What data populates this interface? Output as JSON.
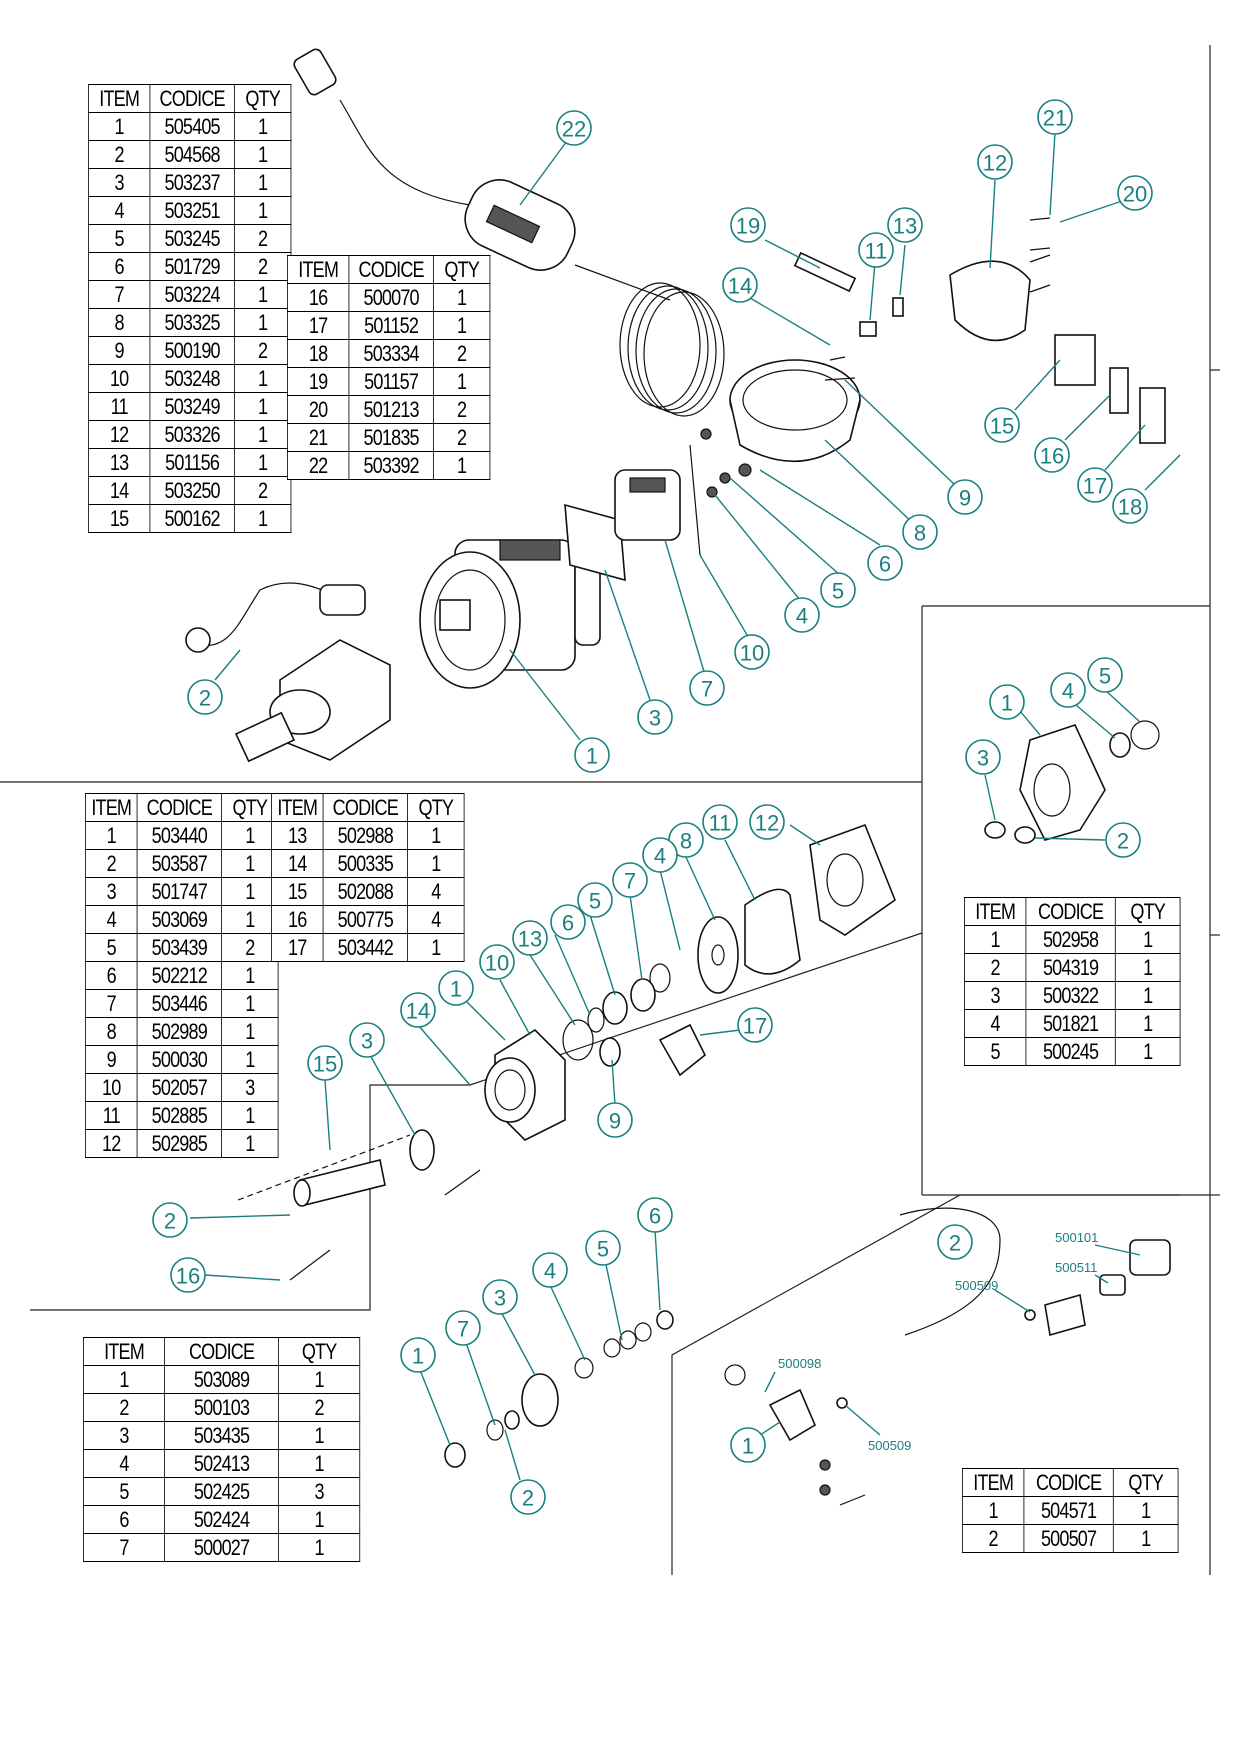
{
  "tables": {
    "t1": {
      "headers": [
        "ITEM",
        "CODICE",
        "QTY"
      ],
      "rows": [
        [
          "1",
          "505405",
          "1"
        ],
        [
          "2",
          "504568",
          "1"
        ],
        [
          "3",
          "503237",
          "1"
        ],
        [
          "4",
          "503251",
          "1"
        ],
        [
          "5",
          "503245",
          "2"
        ],
        [
          "6",
          "501729",
          "2"
        ],
        [
          "7",
          "503224",
          "1"
        ],
        [
          "8",
          "503325",
          "1"
        ],
        [
          "9",
          "500190",
          "2"
        ],
        [
          "10",
          "503248",
          "1"
        ],
        [
          "11",
          "503249",
          "1"
        ],
        [
          "12",
          "503326",
          "1"
        ],
        [
          "13",
          "501156",
          "1"
        ],
        [
          "14",
          "503250",
          "2"
        ],
        [
          "15",
          "500162",
          "1"
        ]
      ]
    },
    "t2": {
      "headers": [
        "ITEM",
        "CODICE",
        "QTY"
      ],
      "rows": [
        [
          "16",
          "500070",
          "1"
        ],
        [
          "17",
          "501152",
          "1"
        ],
        [
          "18",
          "503334",
          "2"
        ],
        [
          "19",
          "501157",
          "1"
        ],
        [
          "20",
          "501213",
          "2"
        ],
        [
          "21",
          "501835",
          "2"
        ],
        [
          "22",
          "503392",
          "1"
        ]
      ]
    },
    "t3": {
      "headers": [
        "ITEM",
        "CODICE",
        "QTY"
      ],
      "rows": [
        [
          "1",
          "503440",
          "1"
        ],
        [
          "2",
          "503587",
          "1"
        ],
        [
          "3",
          "501747",
          "1"
        ],
        [
          "4",
          "503069",
          "1"
        ],
        [
          "5",
          "503439",
          "2"
        ],
        [
          "6",
          "502212",
          "1"
        ],
        [
          "7",
          "503446",
          "1"
        ],
        [
          "8",
          "502989",
          "1"
        ],
        [
          "9",
          "500030",
          "1"
        ],
        [
          "10",
          "502057",
          "3"
        ],
        [
          "11",
          "502885",
          "1"
        ],
        [
          "12",
          "502985",
          "1"
        ]
      ]
    },
    "t4": {
      "headers": [
        "ITEM",
        "CODICE",
        "QTY"
      ],
      "rows": [
        [
          "13",
          "502988",
          "1"
        ],
        [
          "14",
          "500335",
          "1"
        ],
        [
          "15",
          "502088",
          "4"
        ],
        [
          "16",
          "500775",
          "4"
        ],
        [
          "17",
          "503442",
          "1"
        ]
      ]
    },
    "t5": {
      "headers": [
        "ITEM",
        "CODICE",
        "QTY"
      ],
      "rows": [
        [
          "1",
          "502958",
          "1"
        ],
        [
          "2",
          "504319",
          "1"
        ],
        [
          "3",
          "500322",
          "1"
        ],
        [
          "4",
          "501821",
          "1"
        ],
        [
          "5",
          "500245",
          "1"
        ]
      ]
    },
    "t6": {
      "headers": [
        "ITEM",
        "CODICE",
        "QTY"
      ],
      "rows": [
        [
          "1",
          "503089",
          "1"
        ],
        [
          "2",
          "500103",
          "2"
        ],
        [
          "3",
          "503435",
          "1"
        ],
        [
          "4",
          "502413",
          "1"
        ],
        [
          "5",
          "502425",
          "3"
        ],
        [
          "6",
          "502424",
          "1"
        ],
        [
          "7",
          "500027",
          "1"
        ]
      ]
    },
    "t7": {
      "headers": [
        "ITEM",
        "CODICE",
        "QTY"
      ],
      "rows": [
        [
          "1",
          "504571",
          "1"
        ],
        [
          "2",
          "500507",
          "1"
        ]
      ]
    }
  },
  "callouts": {
    "motor": [
      "22",
      "19",
      "11",
      "13",
      "12",
      "21",
      "20",
      "14",
      "15",
      "16",
      "17",
      "18",
      "9",
      "8",
      "6",
      "5",
      "4",
      "10",
      "7",
      "3",
      "1",
      "2"
    ],
    "gearbox": [
      "11",
      "12",
      "8",
      "4",
      "7",
      "5",
      "6",
      "13",
      "10",
      "1",
      "14",
      "3",
      "15",
      "17",
      "9",
      "2",
      "16"
    ],
    "flange": [
      "1",
      "4",
      "5",
      "3",
      "2"
    ],
    "gears": [
      "6",
      "5",
      "4",
      "3",
      "7",
      "1",
      "2"
    ],
    "kit": [
      "2",
      "1"
    ]
  },
  "part_codes": {
    "kit_top": [
      "500101",
      "500511",
      "500509"
    ],
    "kit_bottom": [
      "500098",
      "500509"
    ]
  }
}
